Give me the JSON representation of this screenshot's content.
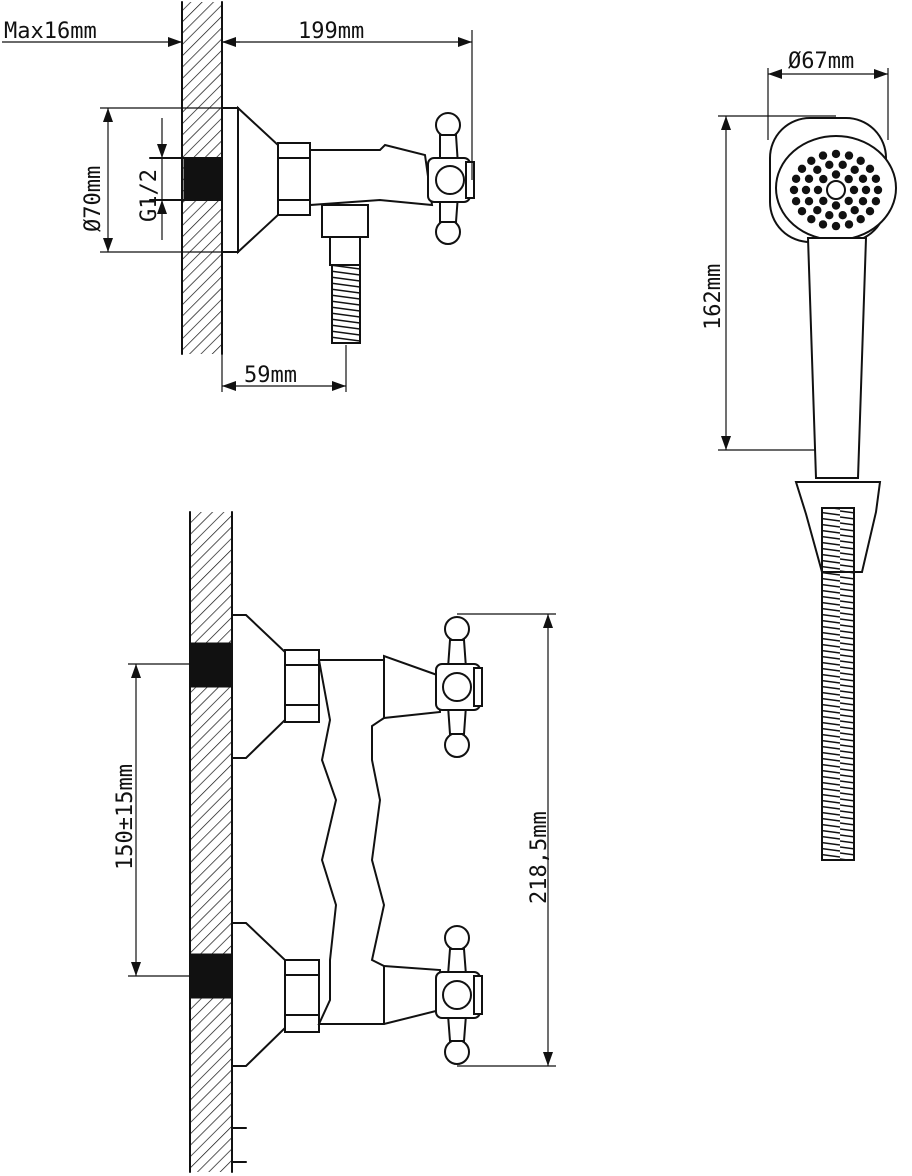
{
  "dimensions": {
    "wall_thickness": "Max16mm",
    "side_depth": "199mm",
    "flange_diameter": "Ø70mm",
    "thread": "G1/2",
    "outlet_offset": "59mm",
    "head_diameter": "Ø67mm",
    "handle_length": "162mm",
    "inlet_spacing": "150±15mm",
    "overall_height": "218,5mm"
  },
  "colors": {
    "line": "#111111",
    "background": "#ffffff"
  }
}
